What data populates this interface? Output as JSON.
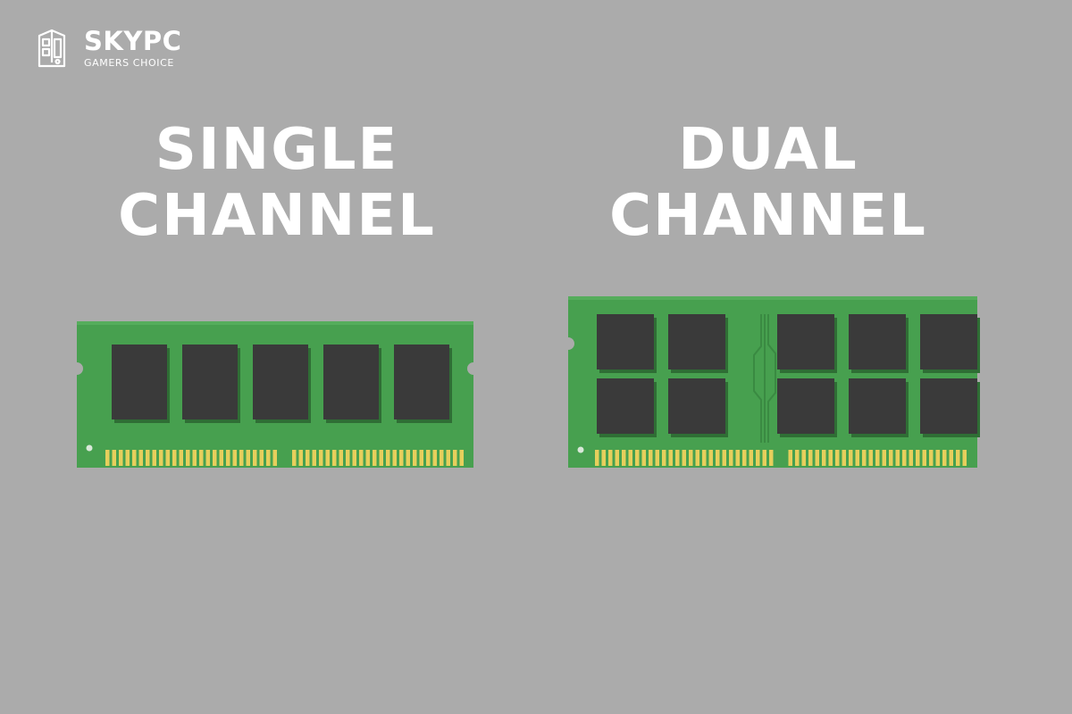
{
  "brand": {
    "name": "SKYPC",
    "tagline": "GAMERS CHOICE",
    "icon": "pc-case-icon"
  },
  "single": {
    "title_line1": "SINGLE",
    "title_line2": "CHANNEL",
    "module": {
      "chip_rows": 1,
      "chips_per_row": 5
    }
  },
  "dual": {
    "title_line1": "DUAL",
    "title_line2": "CHANNEL",
    "module": {
      "chip_rows": 2,
      "chips_per_row": 5
    }
  },
  "colors": {
    "background": "#ababab",
    "text": "#ffffff",
    "pcb": "#47a04f",
    "pcb_dark": "#3a8a42",
    "chip": "#3a3a3a",
    "contacts": "#e6cf5c"
  }
}
